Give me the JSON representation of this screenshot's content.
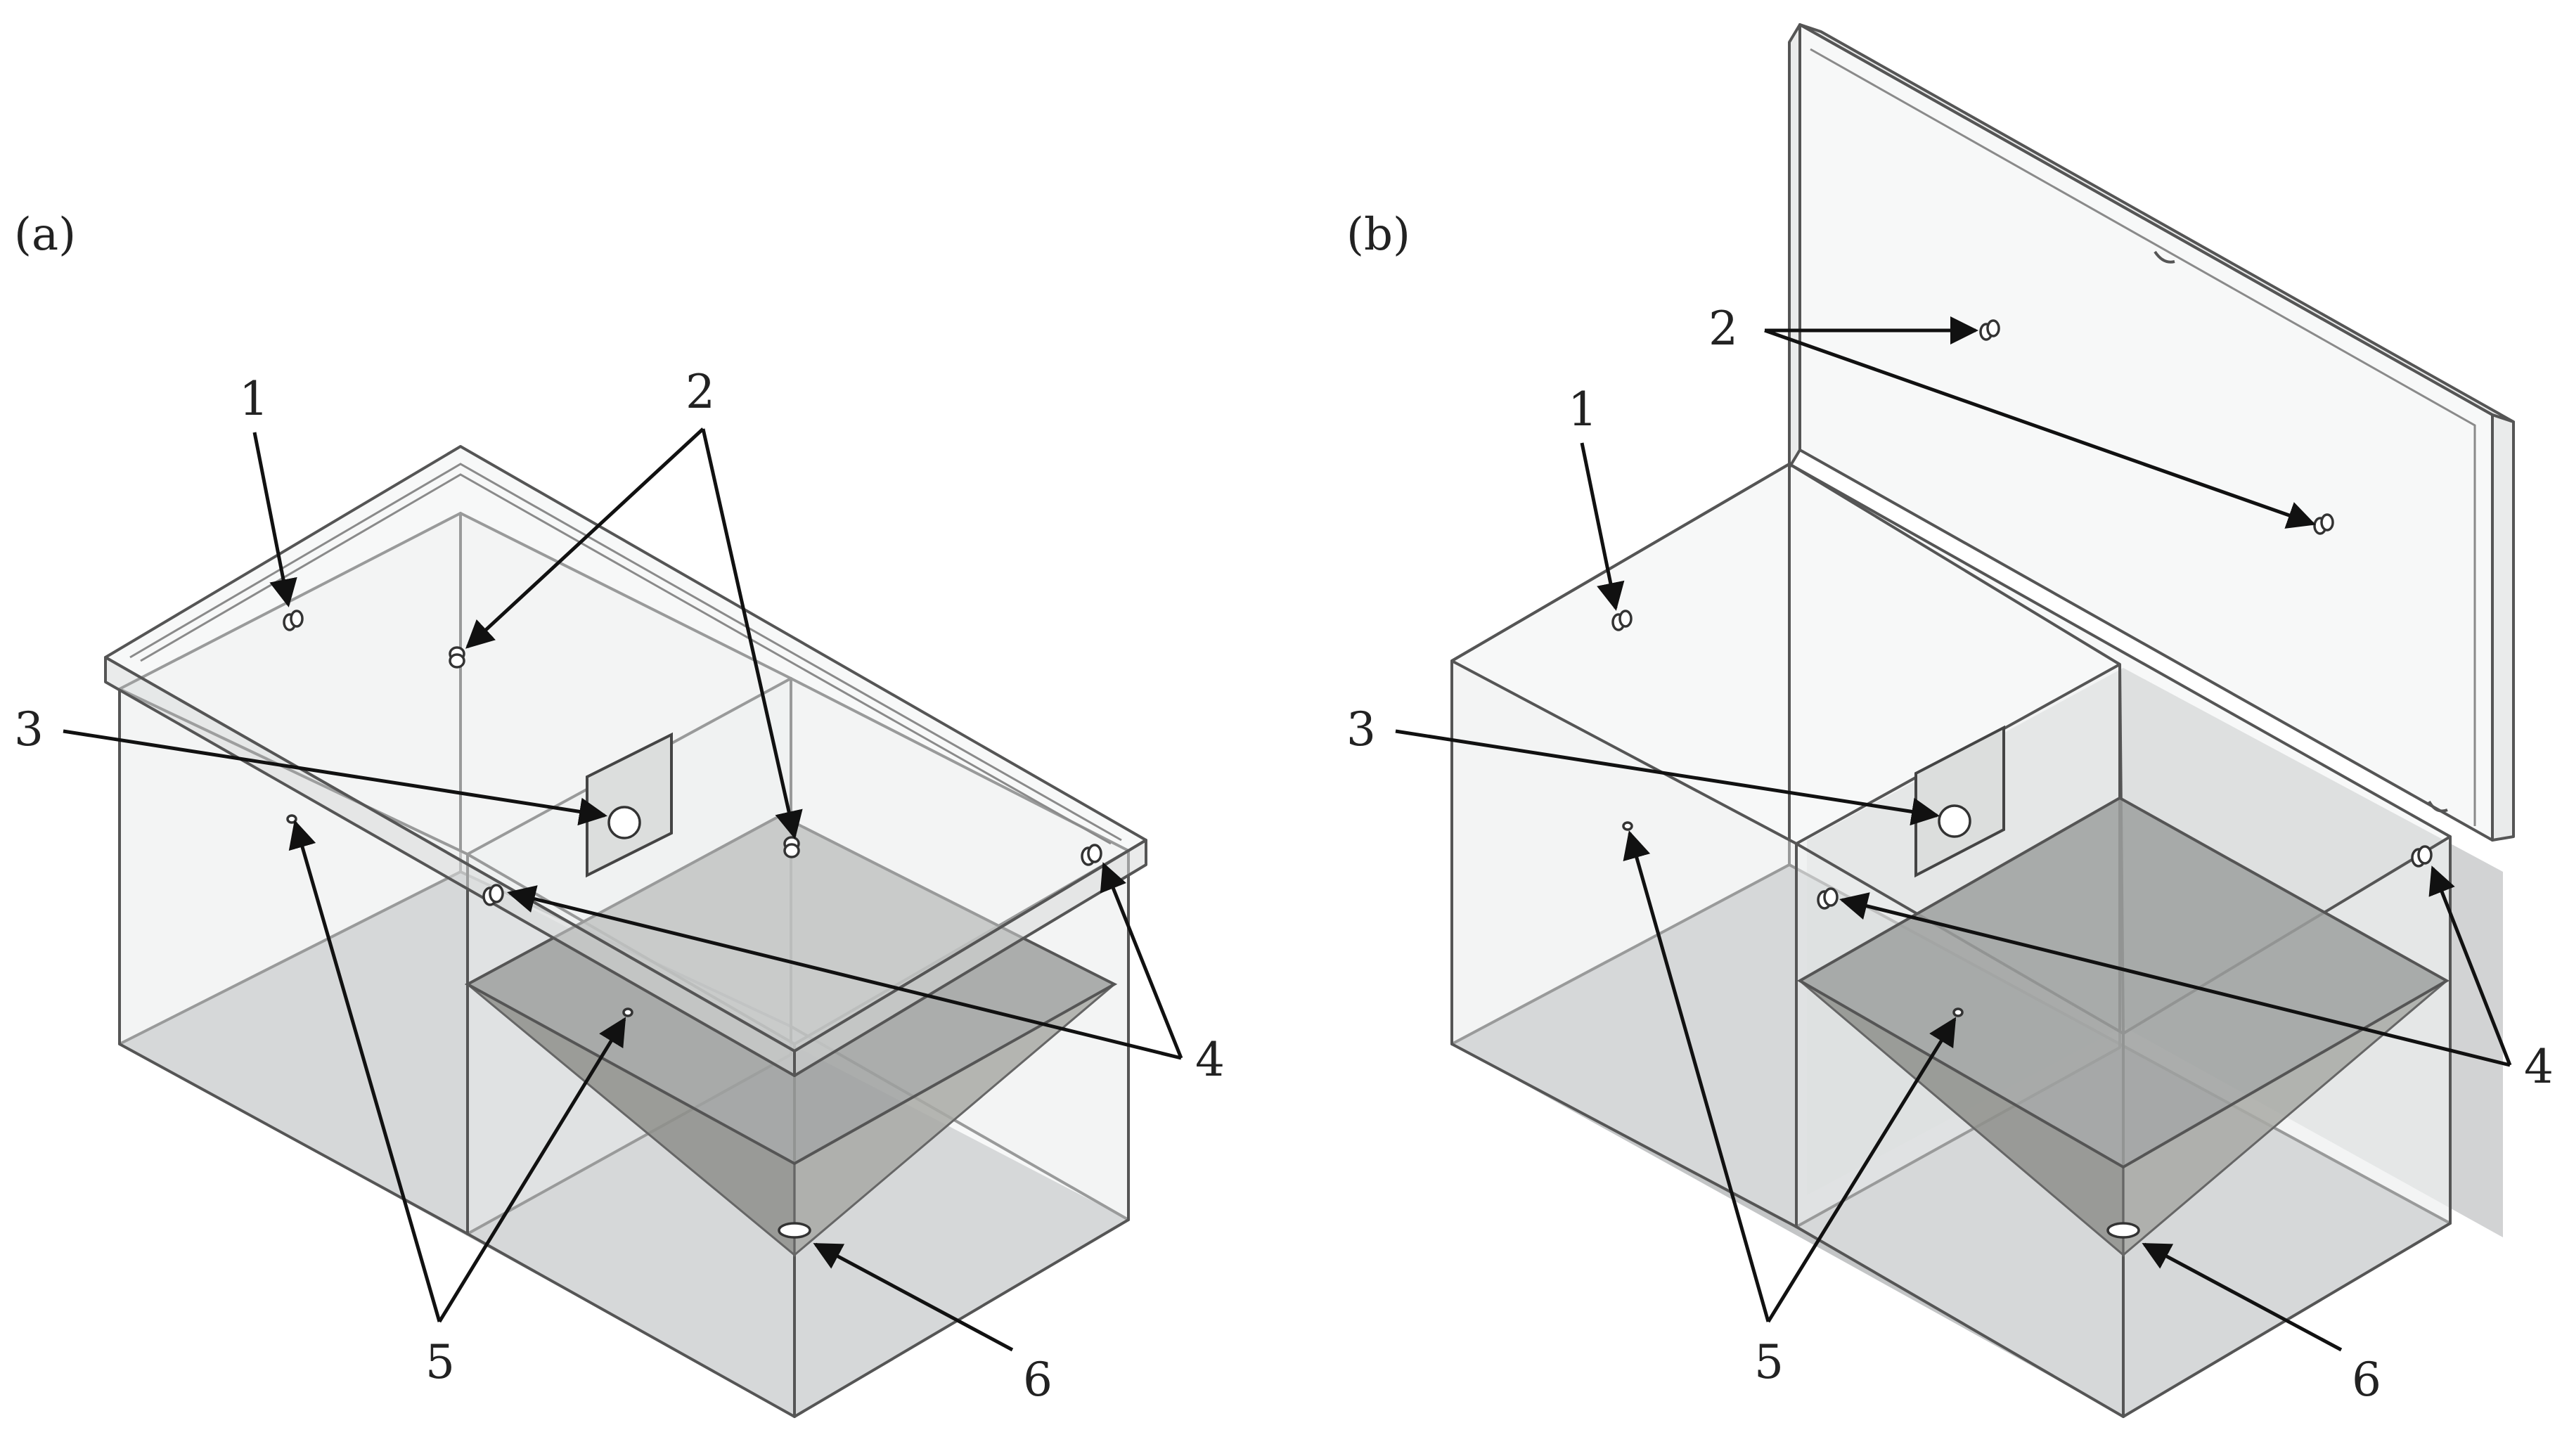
{
  "panels": [
    {
      "id": "a",
      "label": "(a)"
    },
    {
      "id": "b",
      "label": "(b)"
    }
  ],
  "callouts": {
    "c1": "1",
    "c2": "2",
    "c3": "3",
    "c4": "4",
    "c5": "5",
    "c6": "6"
  },
  "colors": {
    "background": "#ffffff",
    "glass_edge": "#555555",
    "floor": "#b9bbbc",
    "funnel": "#9ea09f",
    "arrow": "#111111"
  }
}
